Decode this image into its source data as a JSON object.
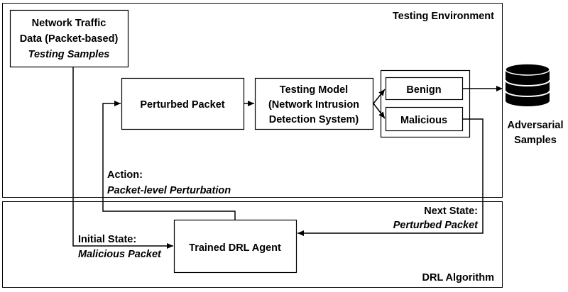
{
  "environments": {
    "testing_label": "Testing Environment",
    "drl_label": "DRL Algorithm"
  },
  "traffic_data": {
    "line1": "Network Traffic",
    "line2": "Data (Packet-based)",
    "line3": "Testing Samples"
  },
  "perturbed_packet": "Perturbed Packet",
  "testing_model": {
    "line1": "Testing Model",
    "line2": "(Network Intrusion",
    "line3": "Detection System)"
  },
  "outputs": {
    "benign": "Benign",
    "malicious": "Malicious"
  },
  "adversarial": {
    "line1": "Adversarial",
    "line2": "Samples"
  },
  "action": {
    "line1": "Action:",
    "line2": "Packet-level Perturbation"
  },
  "next_state": {
    "line1": "Next State:",
    "line2": "Perturbed Packet"
  },
  "initial_state": {
    "line1": "Initial State:",
    "line2": "Malicious Packet"
  },
  "agent": "Trained DRL Agent"
}
